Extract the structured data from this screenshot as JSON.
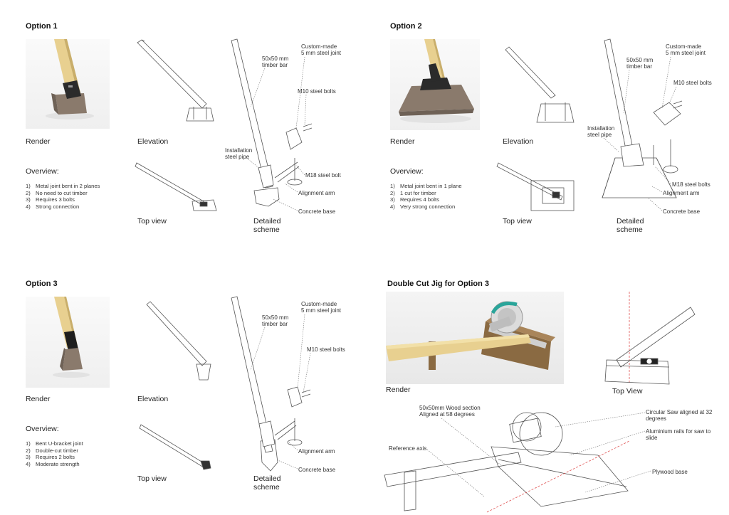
{
  "options": [
    {
      "title": "Option 1",
      "render_label": "Render",
      "elevation_label": "Elevation",
      "top_view_label": "Top view",
      "detail_label_1": "Detailed",
      "detail_label_2": "scheme",
      "overview_heading": "Overview:",
      "points": [
        {
          "num": "1)",
          "text": "Metal joint bent in 2 planes"
        },
        {
          "num": "2)",
          "text": "No need to cut timber"
        },
        {
          "num": "3)",
          "text": "Requires 3 bolts"
        },
        {
          "num": "4)",
          "text": "Strong connection"
        }
      ],
      "callouts": {
        "joint_1": "Custom-made",
        "joint_2": "5 mm steel joint",
        "timber_1": "50x50 mm",
        "timber_2": "timber bar",
        "m10": "M10 steel bolts",
        "pipe_1": "Installation",
        "pipe_2": "steel pipe",
        "m18": "M18 steel bolt",
        "arm": "Alignment arm",
        "base": "Concrete base"
      }
    },
    {
      "title": "Option 2",
      "render_label": "Render",
      "elevation_label": "Elevation",
      "top_view_label": "Top view",
      "detail_label_1": "Detailed",
      "detail_label_2": "scheme",
      "overview_heading": "Overview:",
      "points": [
        {
          "num": "1)",
          "text": "Metal joint bent in 1 plane"
        },
        {
          "num": "2)",
          "text": "1 cut for timber"
        },
        {
          "num": "3)",
          "text": "Requires 4 bolts"
        },
        {
          "num": "4)",
          "text": "Very strong connection"
        }
      ],
      "callouts": {
        "joint_1": "Custom-made",
        "joint_2": "5 mm steel joint",
        "timber_1": "50x50 mm",
        "timber_2": "timber bar",
        "m10": "M10 steel bolts",
        "pipe_1": "Installation",
        "pipe_2": "steel pipe",
        "m18": "M18 steel bolts",
        "arm": "Alignment arm",
        "base": "Concrete base"
      }
    },
    {
      "title": "Option 3",
      "render_label": "Render",
      "elevation_label": "Elevation",
      "top_view_label": "Top view",
      "detail_label_1": "Detailed",
      "detail_label_2": "scheme",
      "overview_heading": "Overview:",
      "points": [
        {
          "num": "1)",
          "text": "Bent U-bracket joint"
        },
        {
          "num": "2)",
          "text": "Double-cut timber"
        },
        {
          "num": "3)",
          "text": "Requires 2 bolts"
        },
        {
          "num": "4)",
          "text": "Moderate strength"
        }
      ],
      "callouts": {
        "joint_1": "Custom-made",
        "joint_2": "5 mm steel joint",
        "timber_1": "50x50 mm",
        "timber_2": "timber bar",
        "m10": "M10 steel bolts",
        "arm": "Alignment arm",
        "base": "Concrete base"
      }
    }
  ],
  "jig": {
    "title": "Double Cut Jig for Option 3",
    "render_label": "Render",
    "top_view_label": "Top View",
    "wood_1": "50x50mm Wood section",
    "wood_2": "Aligned at 58 degrees",
    "saw_1": "Circular Saw aligned at 32",
    "saw_2": "degrees",
    "rails_1": "Aluminium rails for saw to",
    "rails_2": "slide",
    "ref_axis": "Reference axis",
    "plywood": "Plywood base"
  },
  "colors": {
    "timber": "#e8d090",
    "concrete": "#8a7a6c",
    "steel": "#333333",
    "plywood": "#8a6a42",
    "saw_accent": "#2aa59a",
    "ref_axis": "#e05050"
  }
}
